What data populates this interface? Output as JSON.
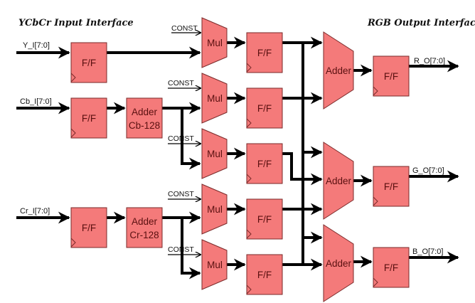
{
  "titles": {
    "input": "YCbCr Input Interface",
    "output": "RGB Output Interface"
  },
  "inputs": [
    {
      "id": "y",
      "label": "Y_I[7:0]"
    },
    {
      "id": "cb",
      "label": "Cb_I[7:0]"
    },
    {
      "id": "cr",
      "label": "Cr_I[7:0]"
    }
  ],
  "outputs": [
    {
      "id": "r",
      "label": "R_O[7:0]"
    },
    {
      "id": "g",
      "label": "G_O[7:0]"
    },
    {
      "id": "b",
      "label": "B_O[7:0]"
    }
  ],
  "blocks": {
    "ff_label": "F/F",
    "mul_label": "Mul",
    "adder_label": "Adder",
    "const_label": "CONST",
    "cb_adder": [
      "Adder",
      "Cb-128"
    ],
    "cr_adder": [
      "Adder",
      "Cr-128"
    ]
  },
  "colors": {
    "block_fill": "#f47a7a",
    "block_stroke": "#7a2a2a",
    "block_text": "#5a1010",
    "wire": "#000000"
  }
}
